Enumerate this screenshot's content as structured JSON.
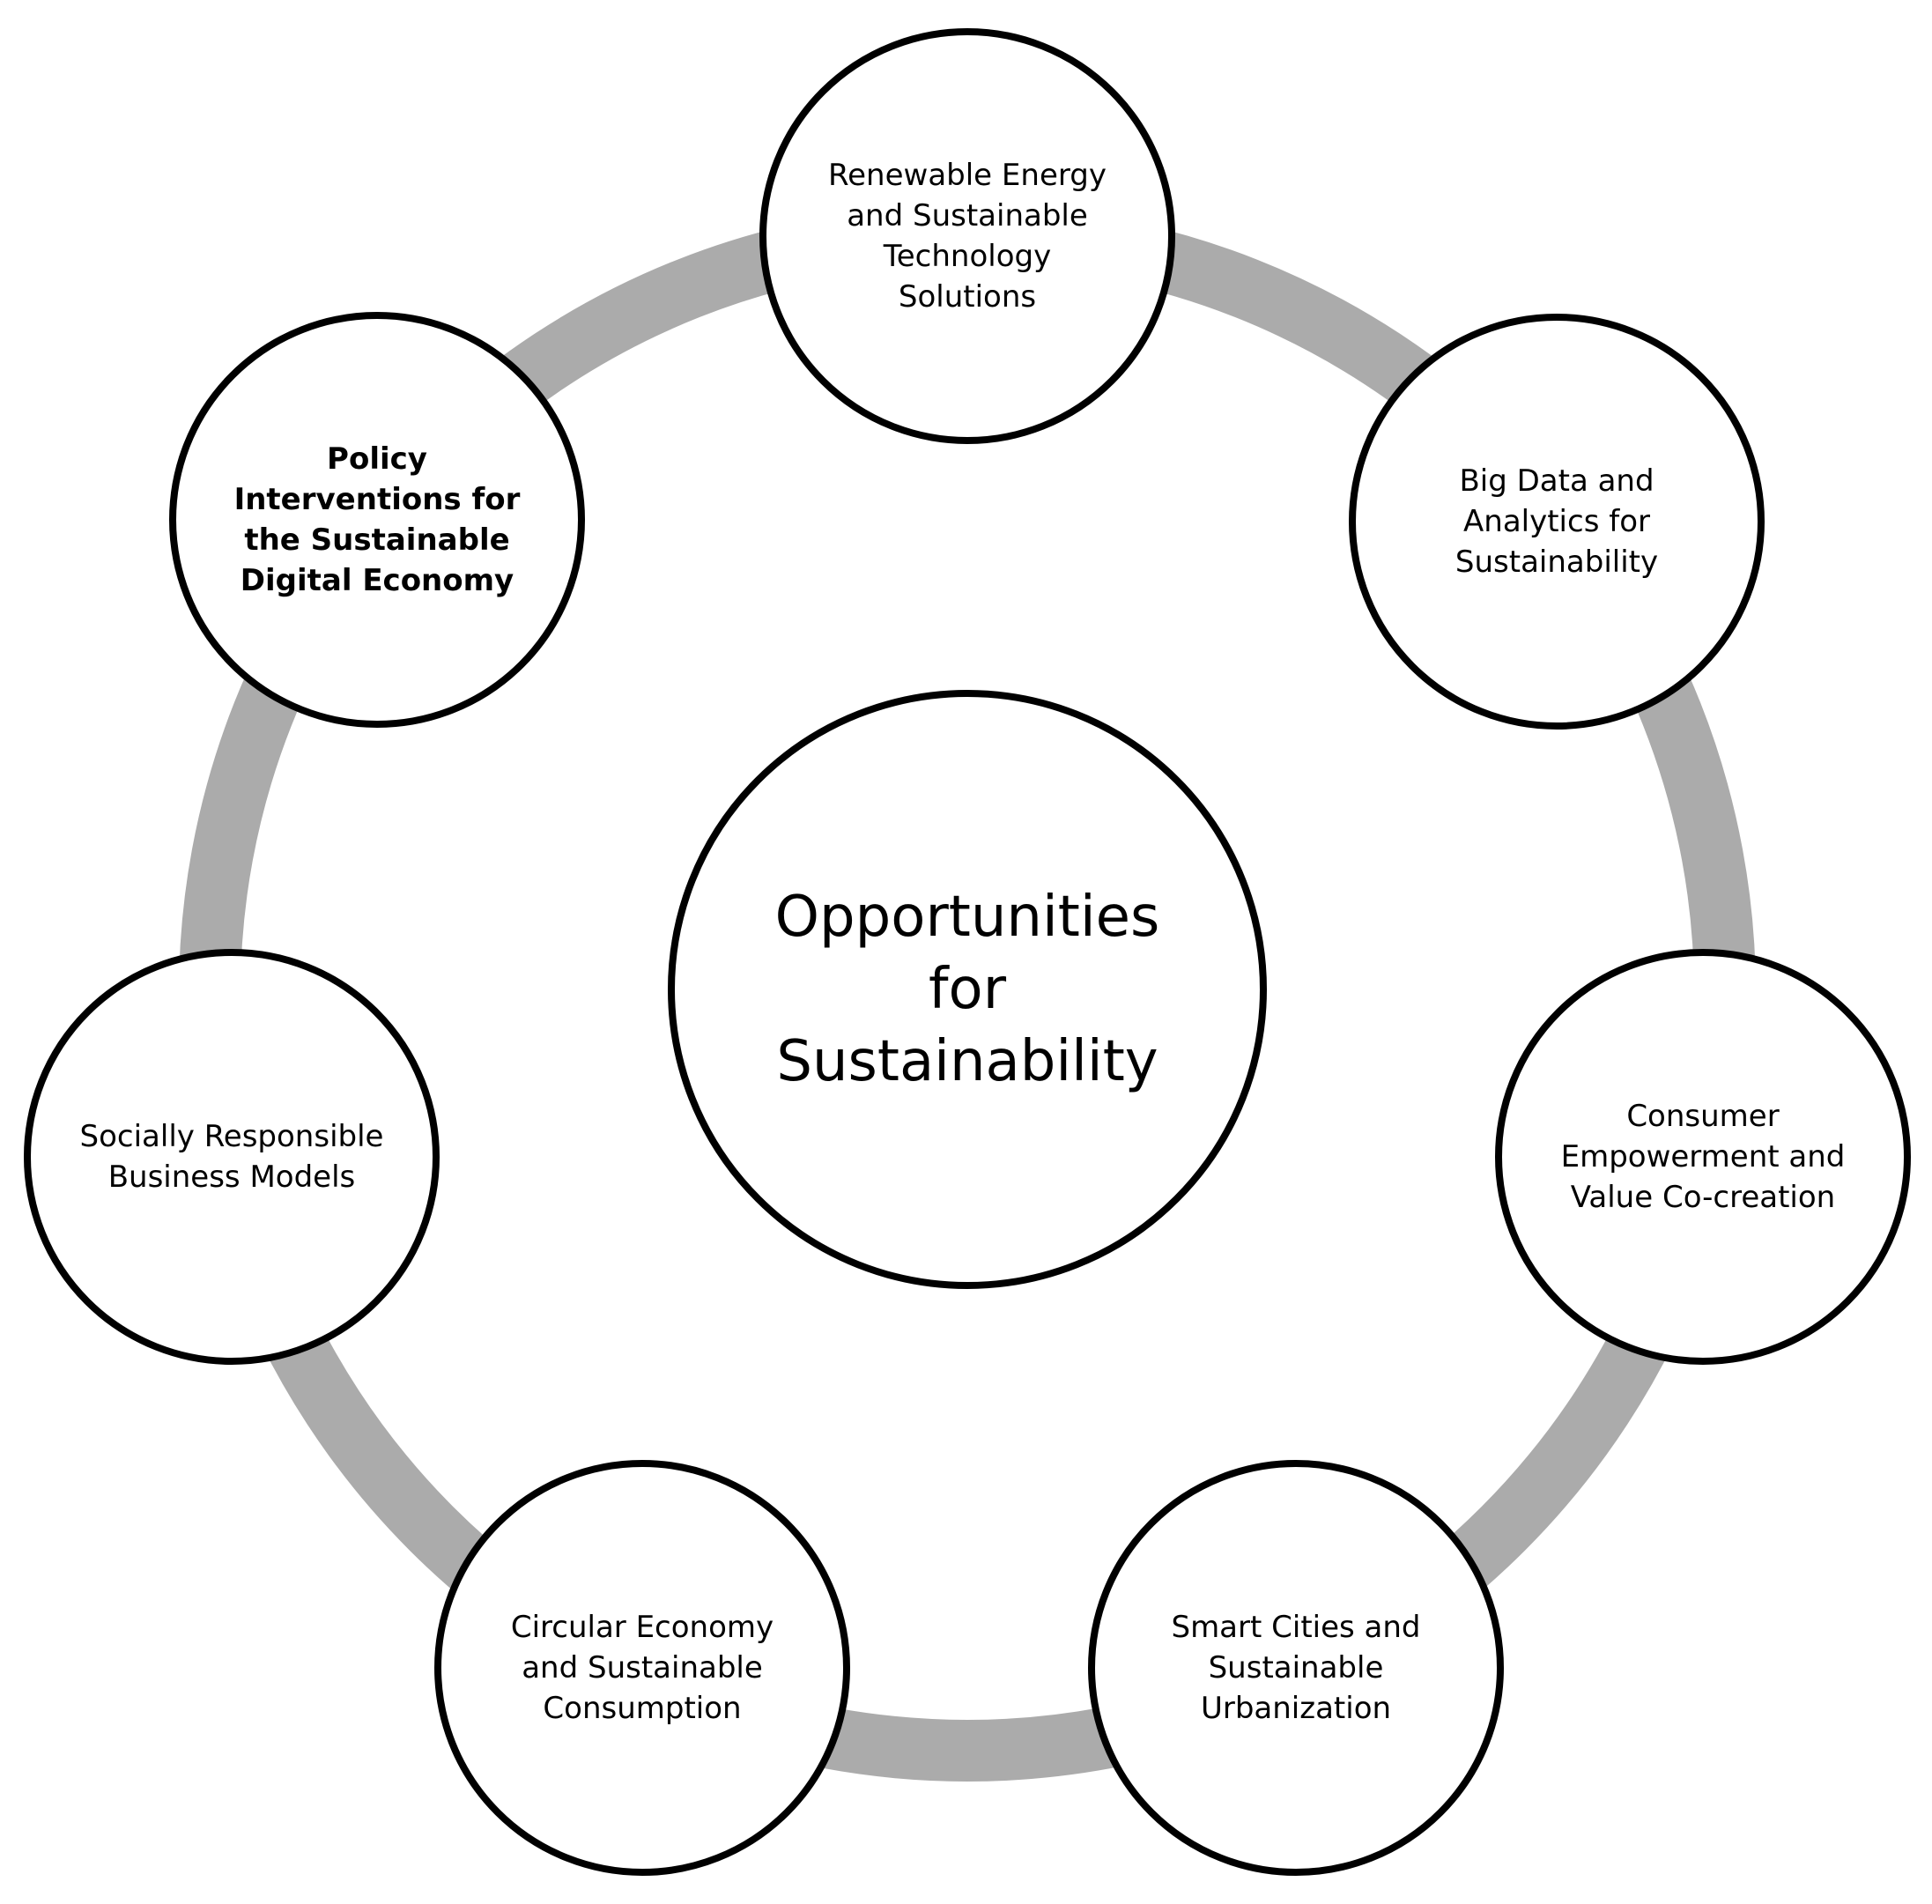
{
  "diagram": {
    "ring_color": "#ababab",
    "border_color": "#000000",
    "center": {
      "label": "Opportunities for Sustainability"
    },
    "nodes": [
      {
        "label": "Renewable Energy and Sustainable Technology Solutions",
        "bold": false
      },
      {
        "label": "Big Data and Analytics for Sustainability",
        "bold": false
      },
      {
        "label": "Consumer Empowerment and Value Co-creation",
        "bold": false
      },
      {
        "label": "Smart Cities and Sustainable Urbanization",
        "bold": false
      },
      {
        "label": "Circular Economy and Sustainable Consumption",
        "bold": false
      },
      {
        "label": "Socially Responsible Business Models",
        "bold": false
      },
      {
        "label": "Policy Interventions for the Sustainable Digital Economy",
        "bold": true
      }
    ]
  }
}
